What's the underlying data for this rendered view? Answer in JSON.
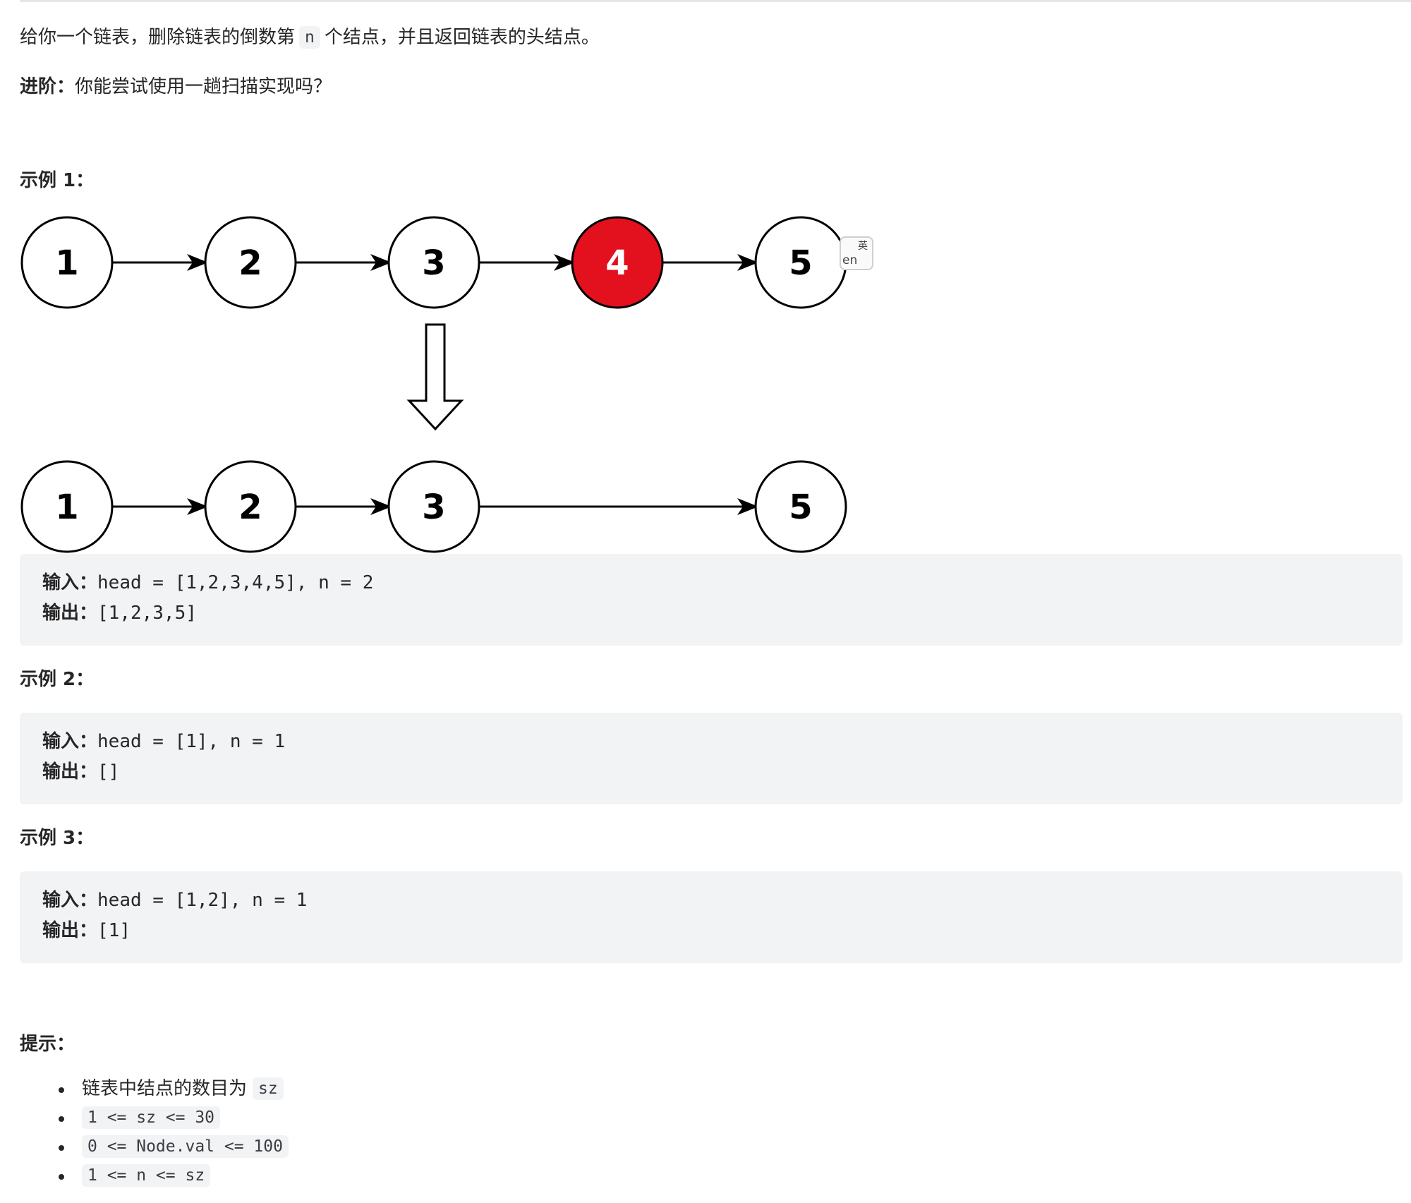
{
  "problem": {
    "desc_before": "给你一个链表，删除链表的倒数第",
    "desc_code": "n",
    "desc_after": "个结点，并且返回链表的头结点。",
    "advanced_label": "进阶：",
    "advanced_text": "你能尝试使用一趟扫描实现吗？"
  },
  "examples": [
    {
      "title": "示例 1：",
      "input_label": "输入：",
      "input": "head = [1,2,3,4,5], n = 2",
      "output_label": "输出：",
      "output": "[1,2,3,5]"
    },
    {
      "title": "示例 2：",
      "input_label": "输入：",
      "input": "head = [1], n = 1",
      "output_label": "输出：",
      "output": "[]"
    },
    {
      "title": "示例 3：",
      "input_label": "输入：",
      "input": "head = [1,2], n = 1",
      "output_label": "输出：",
      "output": "[1]"
    }
  ],
  "diagram": {
    "before_nodes": [
      "1",
      "2",
      "3",
      "4",
      "5"
    ],
    "removed_index": 3,
    "after_nodes": [
      "1",
      "2",
      "3",
      "5"
    ],
    "node_fill": "#ffffff",
    "removed_fill": "#e3101e",
    "stroke": "#000000"
  },
  "translate_badge": {
    "top_glyph": "英",
    "bottom_glyph": "en"
  },
  "hints": {
    "title": "提示：",
    "items": [
      {
        "text": "链表中结点的数目为",
        "code": "sz"
      },
      {
        "text": "",
        "code": "1 <= sz <= 30"
      },
      {
        "text": "",
        "code": "0 <= Node.val <= 100"
      },
      {
        "text": "",
        "code": "1 <= n <= sz"
      }
    ]
  }
}
